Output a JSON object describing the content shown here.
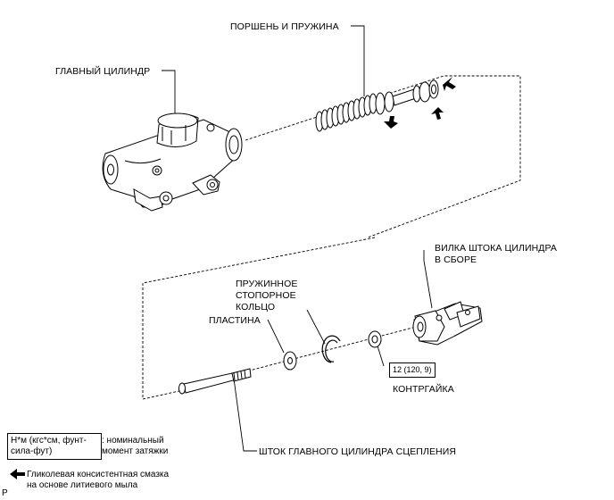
{
  "labels": {
    "piston_spring": "ПОРШЕНЬ И ПРУЖИНА",
    "master_cylinder": "ГЛАВНЫЙ ЦИЛИНДР",
    "clevis_line1": "ВИЛКА ШТОКА ЦИЛИНДРА",
    "clevis_line2": "В СБОРЕ",
    "snap_ring_line1": "ПРУЖИННОЕ",
    "snap_ring_line2": "СТОПОРНОЕ",
    "snap_ring_line3": "КОЛЬЦО",
    "plate": "ПЛАСТИНА",
    "locknut": "КОНТРГАЙКА",
    "push_rod": "ШТОК ГЛАВНОГО ЦИЛИНДРА СЦЕПЛЕНИЯ",
    "figure_code": "P"
  },
  "torque": {
    "locknut_value": "12 (120, 9)"
  },
  "legend": {
    "unit_line1": "Н*м (кгс*см, фунт-",
    "unit_line2": "сила-фут)",
    "unit_desc_line1": ": номинальный",
    "unit_desc_line2": "момент затяжки",
    "grease_line1": "Гликолевая консистентная смазка",
    "grease_line2": "на основе литиевого мыла"
  },
  "icons": {
    "grease_arrow": "black-arrow-icon"
  }
}
